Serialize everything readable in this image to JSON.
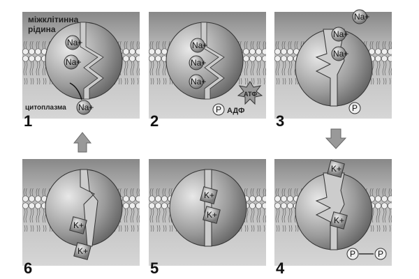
{
  "labels": {
    "extracellular": "міжклітинна",
    "extracellular2": "рідина",
    "cytoplasm": "цитоплазма"
  },
  "ions": {
    "na": "Na+",
    "k": "K+",
    "p": "P",
    "atp": "АТФ",
    "adp": "АДФ"
  },
  "steps": [
    "1",
    "2",
    "3",
    "4",
    "5",
    "6"
  ],
  "colors": {
    "bg_top": "#8a8a8a",
    "bg_bottom": "#d4d4d4",
    "protein": "#9a9a9a"
  }
}
